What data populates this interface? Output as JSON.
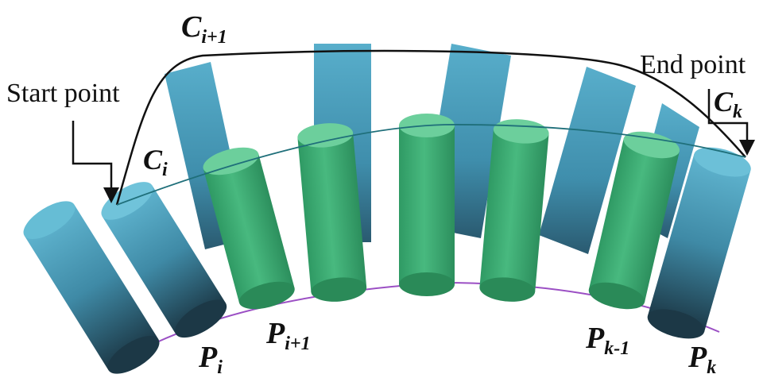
{
  "labels": {
    "start_point": "Start point",
    "end_point": "End point",
    "c_i_plus_1": {
      "base": "C",
      "sub": "i+1"
    },
    "c_i": {
      "base": "C",
      "sub": "i"
    },
    "c_k": {
      "base": "C",
      "sub": "k"
    },
    "p_i": {
      "base": "P",
      "sub": "i"
    },
    "p_i_plus_1": {
      "base": "P",
      "sub": "i+1"
    },
    "p_k_minus_1": {
      "base": "P",
      "sub": "k-1"
    },
    "p_k": {
      "base": "P",
      "sub": "k"
    }
  },
  "colors": {
    "blue_cylinder": "#5aaec8",
    "blue_cylinder_dark": "#1f3e4e",
    "green_cylinder": "#3cae76",
    "green_cylinder_top": "#6ccf9c",
    "base_curve": "#9b4fc4",
    "upper_curve": "#111111",
    "lower_curve": "#1f6f7a",
    "arrow": "#111111"
  }
}
